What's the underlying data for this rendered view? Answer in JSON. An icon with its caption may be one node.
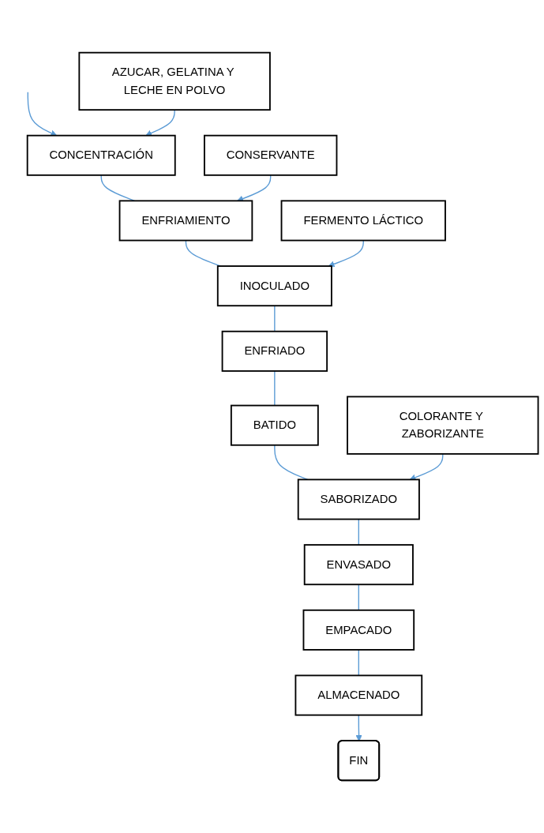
{
  "diagram": {
    "nodes": [
      {
        "text": [
          "AZUCAR, GELATINA Y LECHE EN POLVO"
        ]
      },
      {
        "text": [
          "CONCENTRACIÓN"
        ]
      },
      {
        "text": [
          "CONSERVANTE"
        ]
      },
      {
        "text": [
          "ENFRIAMIENTO"
        ]
      },
      {
        "text": [
          "FERMENTO LÁCTICO"
        ]
      },
      {
        "text": [
          "INOCULADO"
        ]
      },
      {
        "text": [
          "ENFRIADO"
        ]
      },
      {
        "text": [
          "BATIDO"
        ]
      },
      {
        "text": [
          "COLORANTE Y ZABORIZANTE"
        ]
      },
      {
        "text": [
          "SABORIZADO"
        ]
      },
      {
        "text": [
          "ENVASADO"
        ]
      },
      {
        "text": [
          "EMPACADO"
        ]
      },
      {
        "text": [
          "ALMACENADO"
        ]
      },
      {
        "text": [
          "FIN"
        ]
      }
    ],
    "edges": [
      {
        "from": null,
        "to": 1,
        "arrow": "to"
      },
      {
        "from": 0,
        "to": 1,
        "arrow": "to"
      },
      {
        "from": 1,
        "to": 3,
        "arrow": "none"
      },
      {
        "from": 2,
        "to": 3,
        "arrow": "to"
      },
      {
        "from": 3,
        "to": 5,
        "arrow": "none"
      },
      {
        "from": 4,
        "to": 5,
        "arrow": "to"
      },
      {
        "from": 5,
        "to": 6,
        "arrow": "none"
      },
      {
        "from": 6,
        "to": 7,
        "arrow": "none"
      },
      {
        "from": 7,
        "to": 9,
        "arrow": "none"
      },
      {
        "from": 8,
        "to": 9,
        "arrow": "to"
      },
      {
        "from": 9,
        "to": 10,
        "arrow": "none"
      },
      {
        "from": 10,
        "to": 11,
        "arrow": "none"
      },
      {
        "from": 11,
        "to": 12,
        "arrow": "none"
      },
      {
        "from": 12,
        "to": 13,
        "arrow": "to"
      }
    ]
  }
}
